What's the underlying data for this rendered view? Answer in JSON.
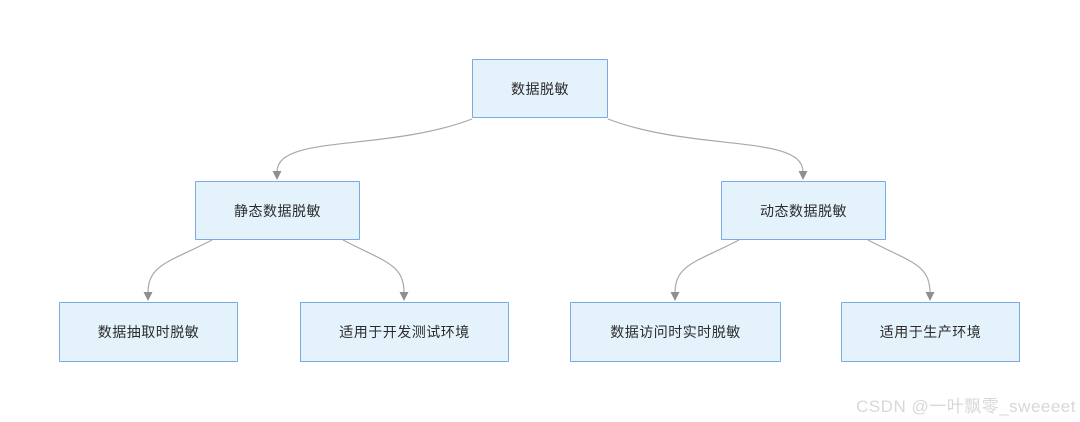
{
  "diagram": {
    "type": "tree-flowchart",
    "topic": "数据脱敏分类",
    "nodes": {
      "root": {
        "label": "数据脱敏"
      },
      "static": {
        "label": "静态数据脱敏"
      },
      "dynamic": {
        "label": "动态数据脱敏"
      },
      "static_extract": {
        "label": "数据抽取时脱敏"
      },
      "static_env": {
        "label": "适用于开发测试环境"
      },
      "dynamic_realtime": {
        "label": "数据访问时实时脱敏"
      },
      "dynamic_env": {
        "label": "适用于生产环境"
      }
    },
    "edges": [
      {
        "from": "root",
        "to": "static"
      },
      {
        "from": "root",
        "to": "dynamic"
      },
      {
        "from": "static",
        "to": "static_extract"
      },
      {
        "from": "static",
        "to": "static_env"
      },
      {
        "from": "dynamic",
        "to": "dynamic_realtime"
      },
      {
        "from": "dynamic",
        "to": "dynamic_env"
      }
    ],
    "colors": {
      "node_fill": "#e4f2fc",
      "node_border": "#79aae4",
      "node_text": "#2b2b2b",
      "edge_line": "#a8a8a8",
      "arrowhead": "#8f8f8f",
      "background": "#ffffff",
      "watermark_text_color": "#d8d8d8"
    }
  },
  "watermark": {
    "text": "CSDN @一叶飘零_sweeeet"
  }
}
